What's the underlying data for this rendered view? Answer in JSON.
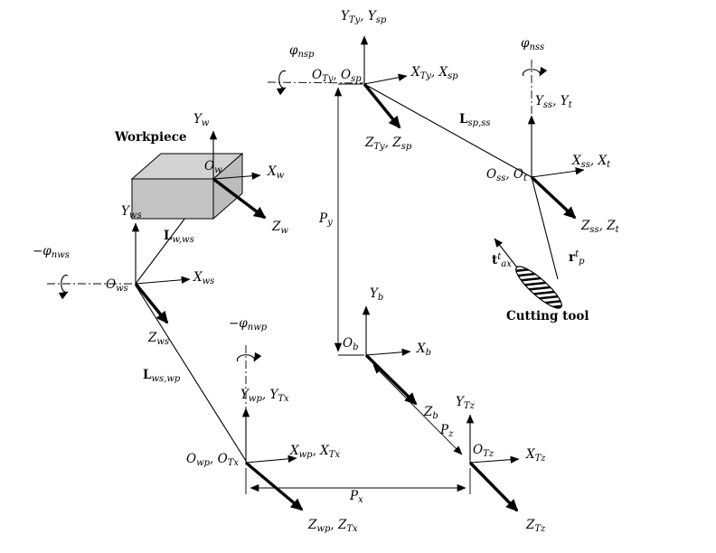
{
  "figure": {
    "background": "#ffffff",
    "line_color": "#000000"
  },
  "colors": {
    "workpiece_top": "#d2d2d2",
    "workpiece_front": "#c3c3c3",
    "workpiece_side": "#bcbcbc"
  },
  "captions": {
    "workpiece": "Workpiece",
    "cutting_tool": "Cutting tool"
  },
  "labels": {
    "y_ty_sp": {
      "m1": "Y",
      "s1": "Ty",
      "m2": ", Y",
      "s2": "sp"
    },
    "o_ty_sp": {
      "m1": "O",
      "s1": "Ty",
      "m2": ", O",
      "s2": "sp"
    },
    "x_ty_sp": {
      "m1": "X",
      "s1": "Ty",
      "m2": ", X",
      "s2": "sp"
    },
    "z_ty_sp": {
      "m1": "Z",
      "s1": "Ty",
      "m2": ", Z",
      "s2": "sp"
    },
    "phi_nsp": {
      "m1": "φ",
      "s1": "nsp"
    },
    "phi_nss": {
      "m1": "φ",
      "s1": "nss"
    },
    "y_ss_t": {
      "m1": "Y",
      "s1": "ss",
      "m2": ", Y",
      "s2": "t"
    },
    "o_ss_t": {
      "m1": "O",
      "s1": "ss",
      "m2": ", O",
      "s2": "t"
    },
    "x_ss_t": {
      "m1": "X",
      "s1": "ss",
      "m2": ", X",
      "s2": "t"
    },
    "z_ss_t": {
      "m1": "Z",
      "s1": "ss",
      "m2": ", Z",
      "s2": "t"
    },
    "l_sp_ss": {
      "m1": "L",
      "s1": "sp,ss"
    },
    "o_w": {
      "m1": "O",
      "s1": "w"
    },
    "y_w": {
      "m1": "Y",
      "s1": "w"
    },
    "x_w": {
      "m1": "X",
      "s1": "w"
    },
    "z_w": {
      "m1": "Z",
      "s1": "w"
    },
    "l_w_ws": {
      "m1": "L",
      "s1": "w,ws"
    },
    "y_ws": {
      "m1": "Y",
      "s1": "ws"
    },
    "o_ws": {
      "m1": "O",
      "s1": "ws"
    },
    "x_ws": {
      "m1": "X",
      "s1": "ws"
    },
    "z_ws": {
      "m1": "Z",
      "s1": "ws"
    },
    "neg_phi_nws": {
      "m1": "−φ",
      "s1": "nws"
    },
    "l_ws_wp": {
      "m1": "L",
      "s1": "ws,wp"
    },
    "neg_phi_nwp": {
      "m1": "−φ",
      "s1": "nwp"
    },
    "y_wp_tx": {
      "m1": "Y",
      "s1": "wp",
      "m2": ", Y",
      "s2": "Tx"
    },
    "o_wp_tx": {
      "m1": "O",
      "s1": "wp",
      "m2": ", O",
      "s2": "Tx"
    },
    "x_wp_tx": {
      "m1": "X",
      "s1": "wp",
      "m2": ", X",
      "s2": "Tx"
    },
    "z_wp_tx": {
      "m1": "Z",
      "s1": "wp",
      "m2": ", Z",
      "s2": "Tx"
    },
    "y_b": {
      "m1": "Y",
      "s1": "b"
    },
    "o_b": {
      "m1": "O",
      "s1": "b"
    },
    "x_b": {
      "m1": "X",
      "s1": "b"
    },
    "z_b": {
      "m1": "Z",
      "s1": "b"
    },
    "p_y": {
      "m1": "P",
      "s1": "y"
    },
    "p_z": {
      "m1": "P",
      "s1": "z"
    },
    "p_x": {
      "m1": "P",
      "s1": "x"
    },
    "o_tz": {
      "m1": "O",
      "s1": "Tz"
    },
    "y_tz": {
      "m1": "Y",
      "s1": "Tz"
    },
    "x_tz": {
      "m1": "X",
      "s1": "Tz"
    },
    "z_tz": {
      "m1": "Z",
      "s1": "Tz"
    },
    "t_ax": {
      "m1": "t",
      "sup": "t",
      "s1": "ax"
    },
    "r_p": {
      "m1": "r",
      "sup": "t",
      "s1": "p"
    }
  }
}
